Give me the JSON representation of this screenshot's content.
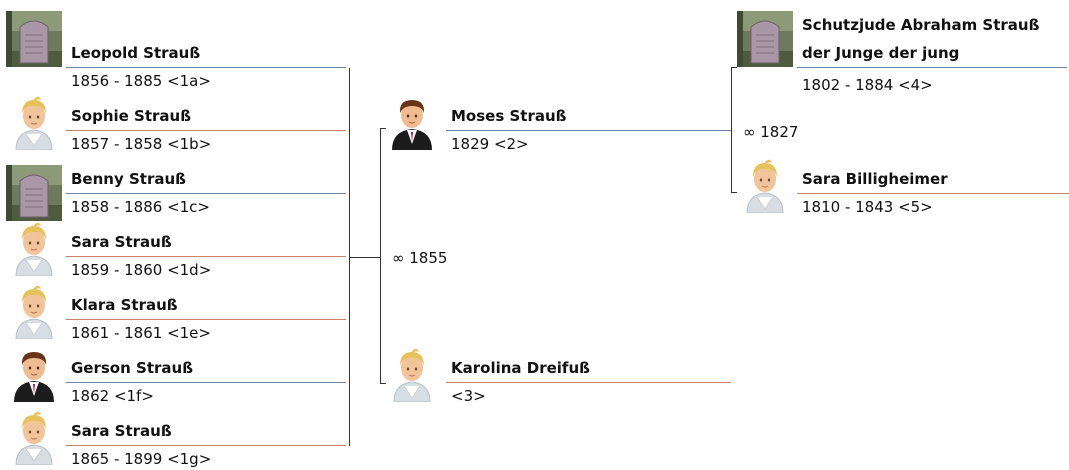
{
  "children": [
    {
      "name": "Leopold Strauß",
      "dates": "1856 - 1885 <1a>",
      "sex": "male",
      "icon": "gravestone-photo"
    },
    {
      "name": "Sophie Strauß",
      "dates": "1857 - 1858 <1b>",
      "sex": "female",
      "icon": "female-avatar-icon"
    },
    {
      "name": "Benny Strauß",
      "dates": "1858 - 1886 <1c>",
      "sex": "male",
      "icon": "gravestone-photo"
    },
    {
      "name": "Sara Strauß",
      "dates": "1859 - 1860 <1d>",
      "sex": "female",
      "icon": "female-avatar-icon"
    },
    {
      "name": "Klara Strauß",
      "dates": "1861 - 1861 <1e>",
      "sex": "female",
      "icon": "female-avatar-icon"
    },
    {
      "name": "Gerson Strauß",
      "dates": "1862 <1f>",
      "sex": "male",
      "icon": "male-avatar-icon"
    },
    {
      "name": "Sara Strauß",
      "dates": "1865 - 1899 <1g>",
      "sex": "female",
      "icon": "female-avatar-icon"
    }
  ],
  "parents": {
    "father": {
      "name": "Moses Strauß",
      "dates": "1829 <2>",
      "icon": "male-avatar-icon"
    },
    "mother": {
      "name": "Karolina Dreifuß",
      "dates": "<3>",
      "icon": "female-avatar-icon"
    },
    "marriage": "∞ 1855"
  },
  "grandparents": {
    "father": {
      "name_line1": "Schutzjude Abraham Strauß",
      "name_line2": "der Junge der jung",
      "dates": "1802 - 1884 <4>",
      "icon": "gravestone-photo"
    },
    "mother": {
      "name": "Sara Billigheimer",
      "dates": "1810 - 1843 <5>",
      "icon": "female-avatar-icon"
    },
    "marriage": "∞ 1827"
  },
  "colors": {
    "male_line": "#6d85a6",
    "female_line": "#c9826a"
  }
}
